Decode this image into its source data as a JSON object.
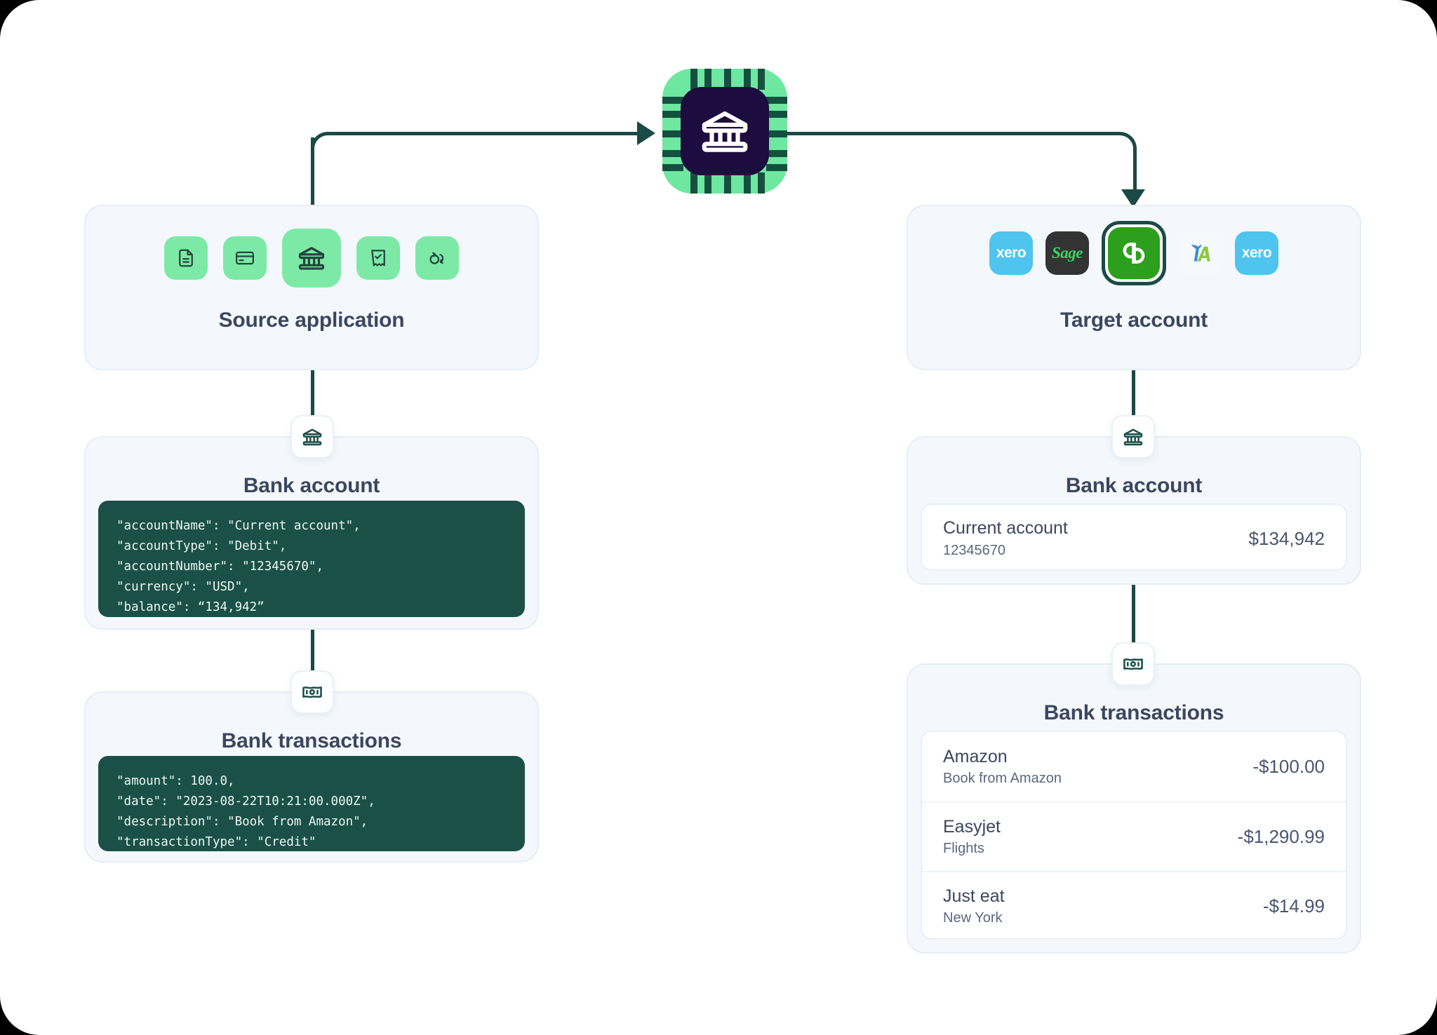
{
  "flow": {
    "center_icon": "bank-chip-icon"
  },
  "source": {
    "title": "Source application",
    "icons": [
      "document-icon",
      "credit-card-icon",
      "bank-icon",
      "receipt-check-icon",
      "sync-arrows-icon"
    ],
    "selected_icon": "bank-icon",
    "bank_account": {
      "title": "Bank account",
      "badge_icon": "bank-icon",
      "code": "\"accountName\": \"Current account\",\n\"accountType\": \"Debit\",\n\"accountNumber\": \"12345670\",\n\"currency\": \"USD\",\n\"balance\": “134,942”"
    },
    "bank_transactions": {
      "title": "Bank transactions",
      "badge_icon": "banknote-icon",
      "code": "\"amount\": 100.0,\n\"date\": \"2023-08-22T10:21:00.000Z\",\n\"description\": \"Book from Amazon\",\n\"transactionType\": \"Credit\""
    }
  },
  "target": {
    "title": "Target account",
    "brands": [
      {
        "name": "xero",
        "label": "xero"
      },
      {
        "name": "sage",
        "label": "Sage"
      },
      {
        "name": "quickbooks",
        "label": "qb",
        "selected": true
      },
      {
        "name": "freeagent",
        "label": ""
      },
      {
        "name": "xero",
        "label": "xero"
      }
    ],
    "bank_account": {
      "title": "Bank account",
      "badge_icon": "bank-icon",
      "account": {
        "name": "Current account",
        "number": "12345670",
        "balance": "$134,942"
      }
    },
    "bank_transactions": {
      "title": "Bank transactions",
      "badge_icon": "banknote-icon",
      "rows": [
        {
          "merchant": "Amazon",
          "description": "Book from Amazon",
          "amount": "-$100.00"
        },
        {
          "merchant": "Easyjet",
          "description": "Flights",
          "amount": "-$1,290.99"
        },
        {
          "merchant": "Just eat",
          "description": "New York",
          "amount": "-$14.99"
        }
      ]
    }
  },
  "colors": {
    "connector": "#1a4a45",
    "accent_green": "#7ceaa6",
    "code_bg": "#1a5048",
    "panel_bg": "#f4f8fc",
    "heading": "#3c465f",
    "quickbooks": "#2ca01c",
    "xero": "#4ec4ee",
    "sage_bg": "#333333"
  }
}
